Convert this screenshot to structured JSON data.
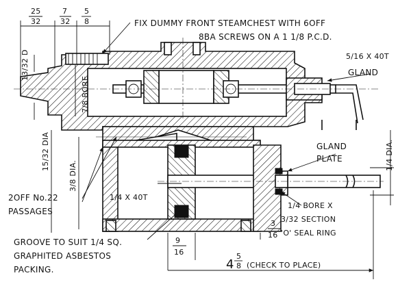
{
  "notes": {
    "fix_dummy_1": "FIX DUMMY FRONT STEAMCHEST WITH 6OFF",
    "fix_dummy_2": "8BA SCREWS ON A 1 1/8 P.C.D.",
    "gland_top": "GLAND",
    "gland_top_dim": "5/16 X 40T",
    "gland_plate_1": "GLAND",
    "gland_plate_2": "PLATE",
    "passages_1": "2OFF No.22",
    "passages_2": "PASSAGES",
    "piston_thread": "1/4 X 40T",
    "oring_1": "1/4 BORE X",
    "oring_2": "3/32 SECTION",
    "oring_3": "'O' SEAL RING",
    "groove_1": "GROOVE TO SUIT 1/4 SQ.",
    "groove_2": "GRAPHITED ASBESTOS",
    "groove_3": "PACKING.",
    "bore": "7/8 BORE",
    "dia_15_32": "15/32 DIA",
    "dia_3_8": "3/8 DIA.",
    "dia_1_4": "1/4 DIA.",
    "dia_13_32": "13/32 D"
  },
  "dims": {
    "d25": "25",
    "d32a": "32",
    "d7": "7",
    "d32b": "32",
    "d5": "5",
    "d8": "8",
    "d9": "9",
    "d16a": "16",
    "d3": "3",
    "d16b": "16",
    "overall_whole": "4",
    "overall_num": "5",
    "overall_den": "8",
    "overall_note": "(CHECK TO PLACE)"
  }
}
